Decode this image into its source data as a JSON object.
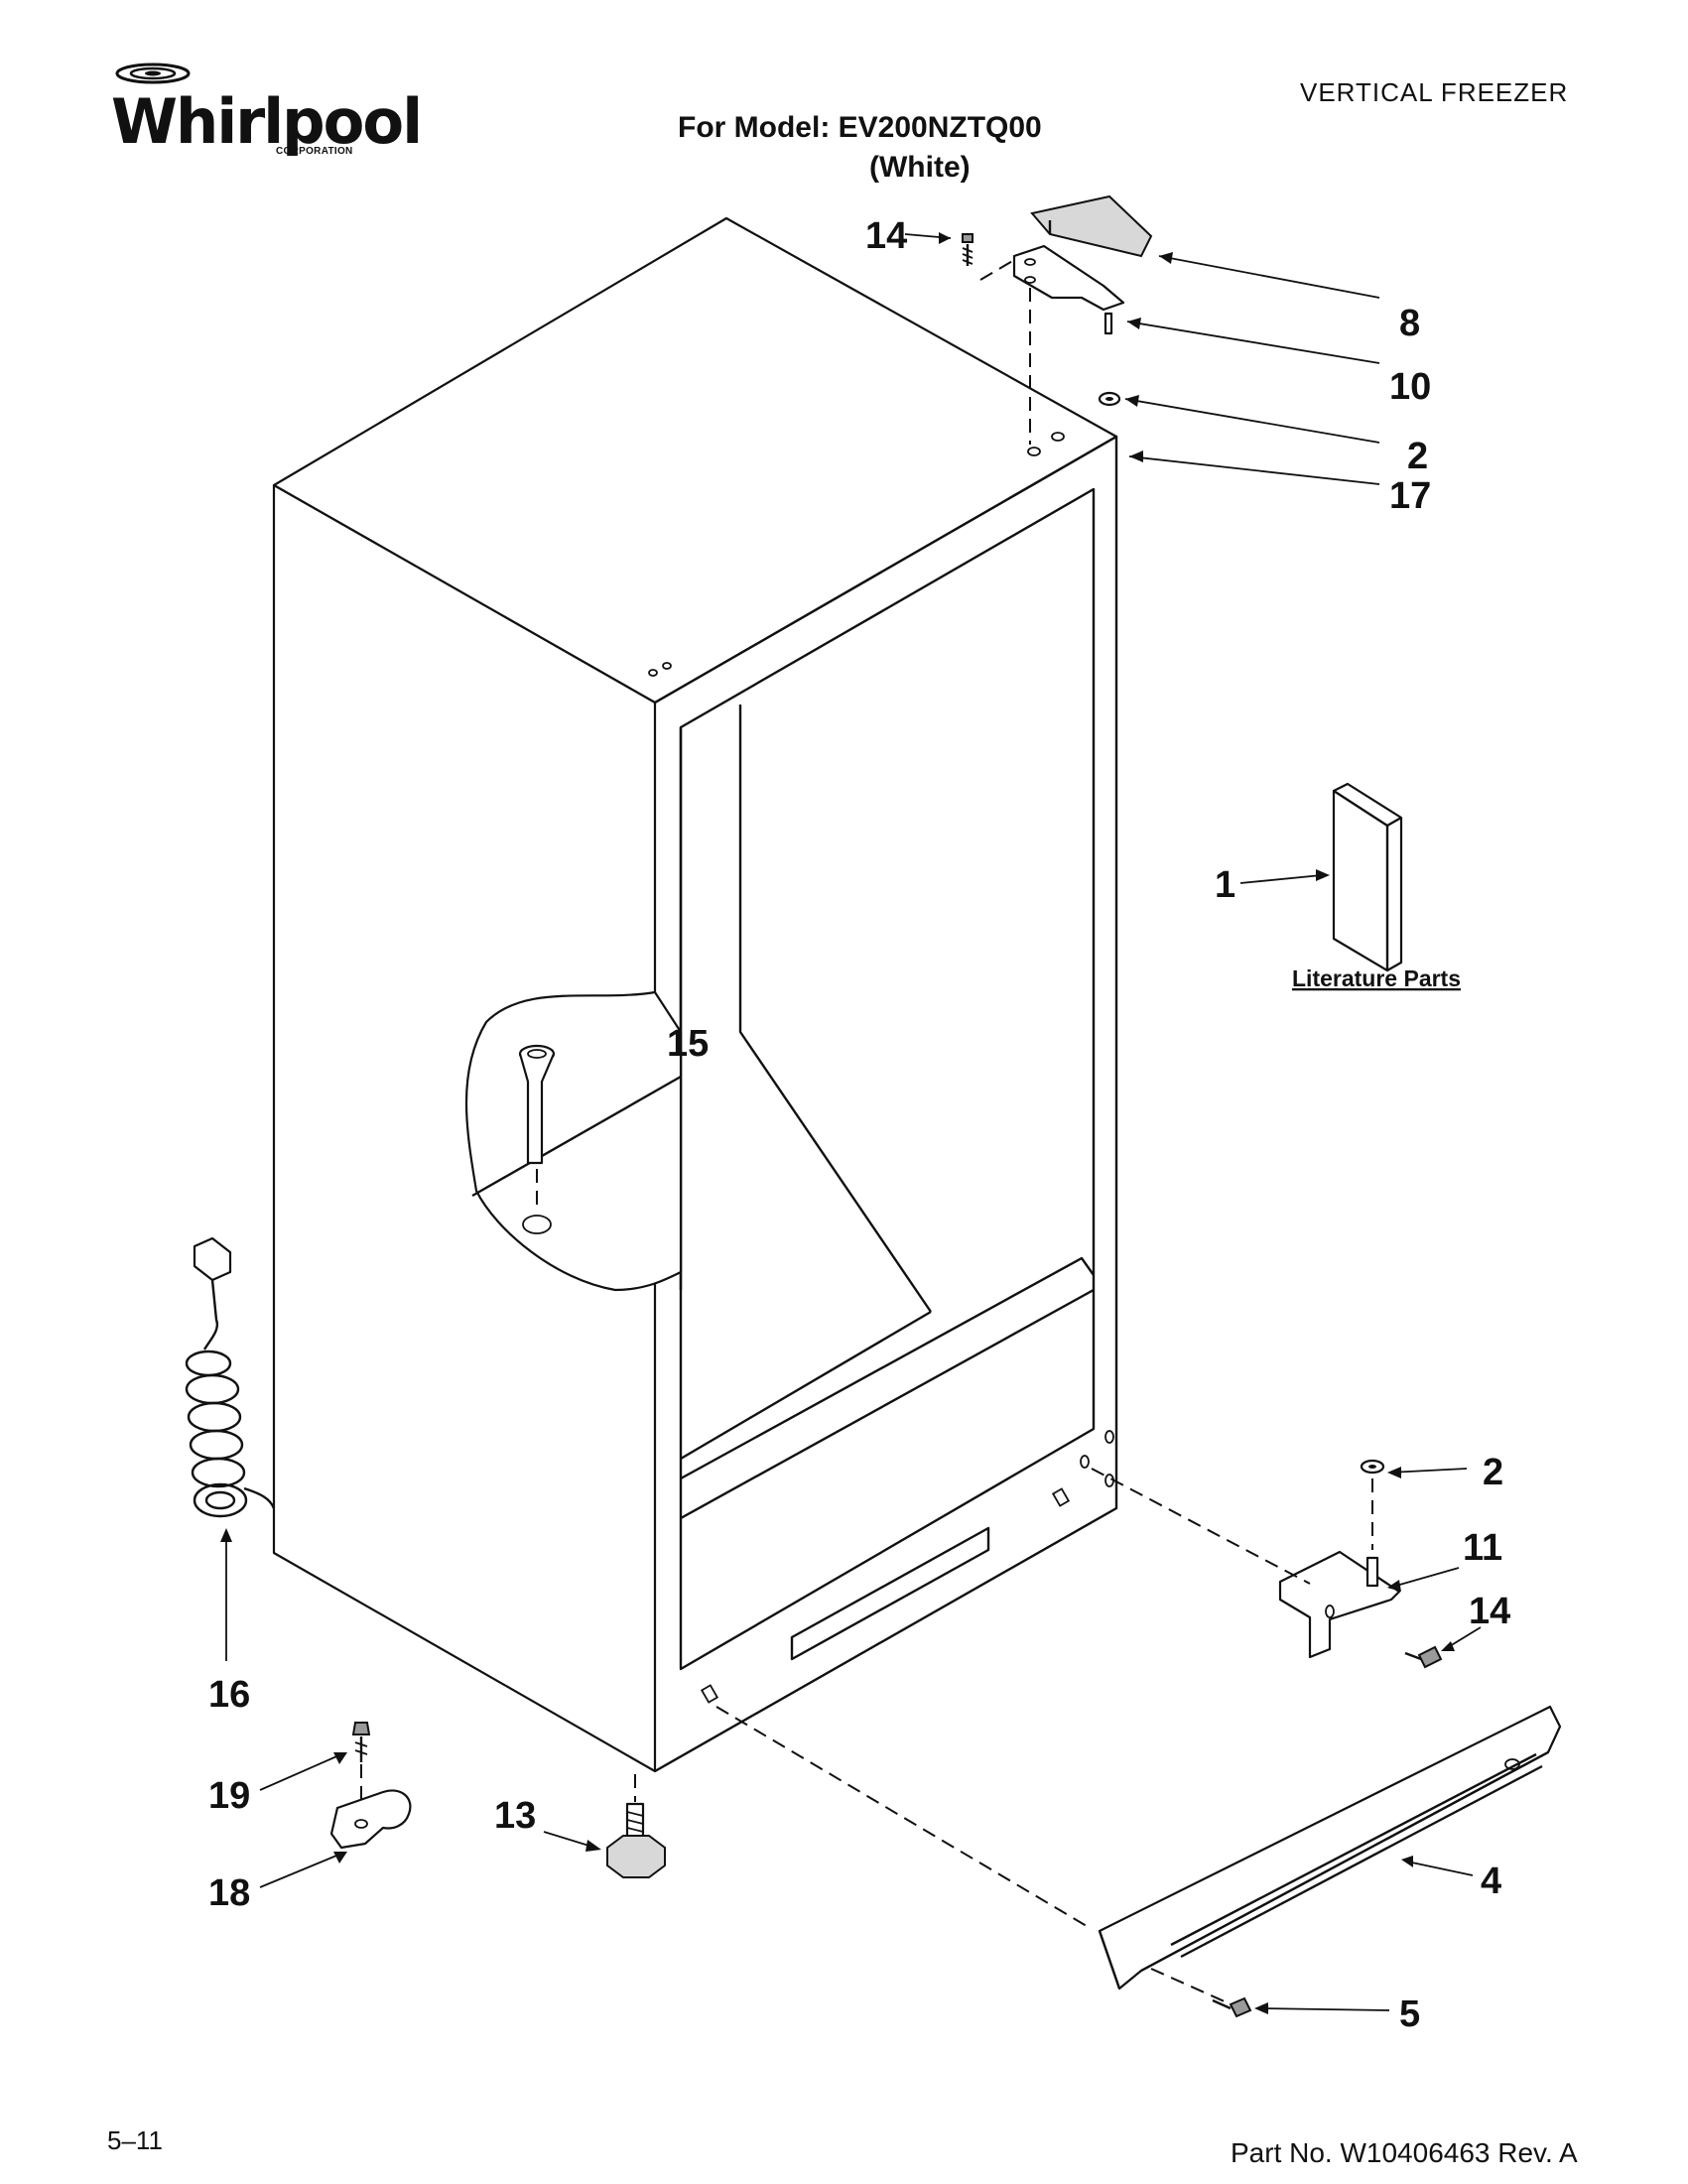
{
  "header": {
    "brand": "Whirlpool",
    "brand_sub": "CORPORATION",
    "category": "VERTICAL FREEZER",
    "model_line": "For Model: EV200NZTQ00",
    "color_line": "(White)"
  },
  "diagram": {
    "callouts": {
      "c14_top": "14",
      "c8": "8",
      "c10": "10",
      "c2_top": "2",
      "c17": "17",
      "c1": "1",
      "c15": "15",
      "c2_bottom": "2",
      "c11": "11",
      "c14_bottom": "14",
      "c16": "16",
      "c19": "19",
      "c13": "13",
      "c18": "18",
      "c4": "4",
      "c5": "5"
    },
    "literature_label": "Literature Parts"
  },
  "footer": {
    "page": "5–11",
    "part_number": "Part No. W10406463 Rev. A"
  }
}
